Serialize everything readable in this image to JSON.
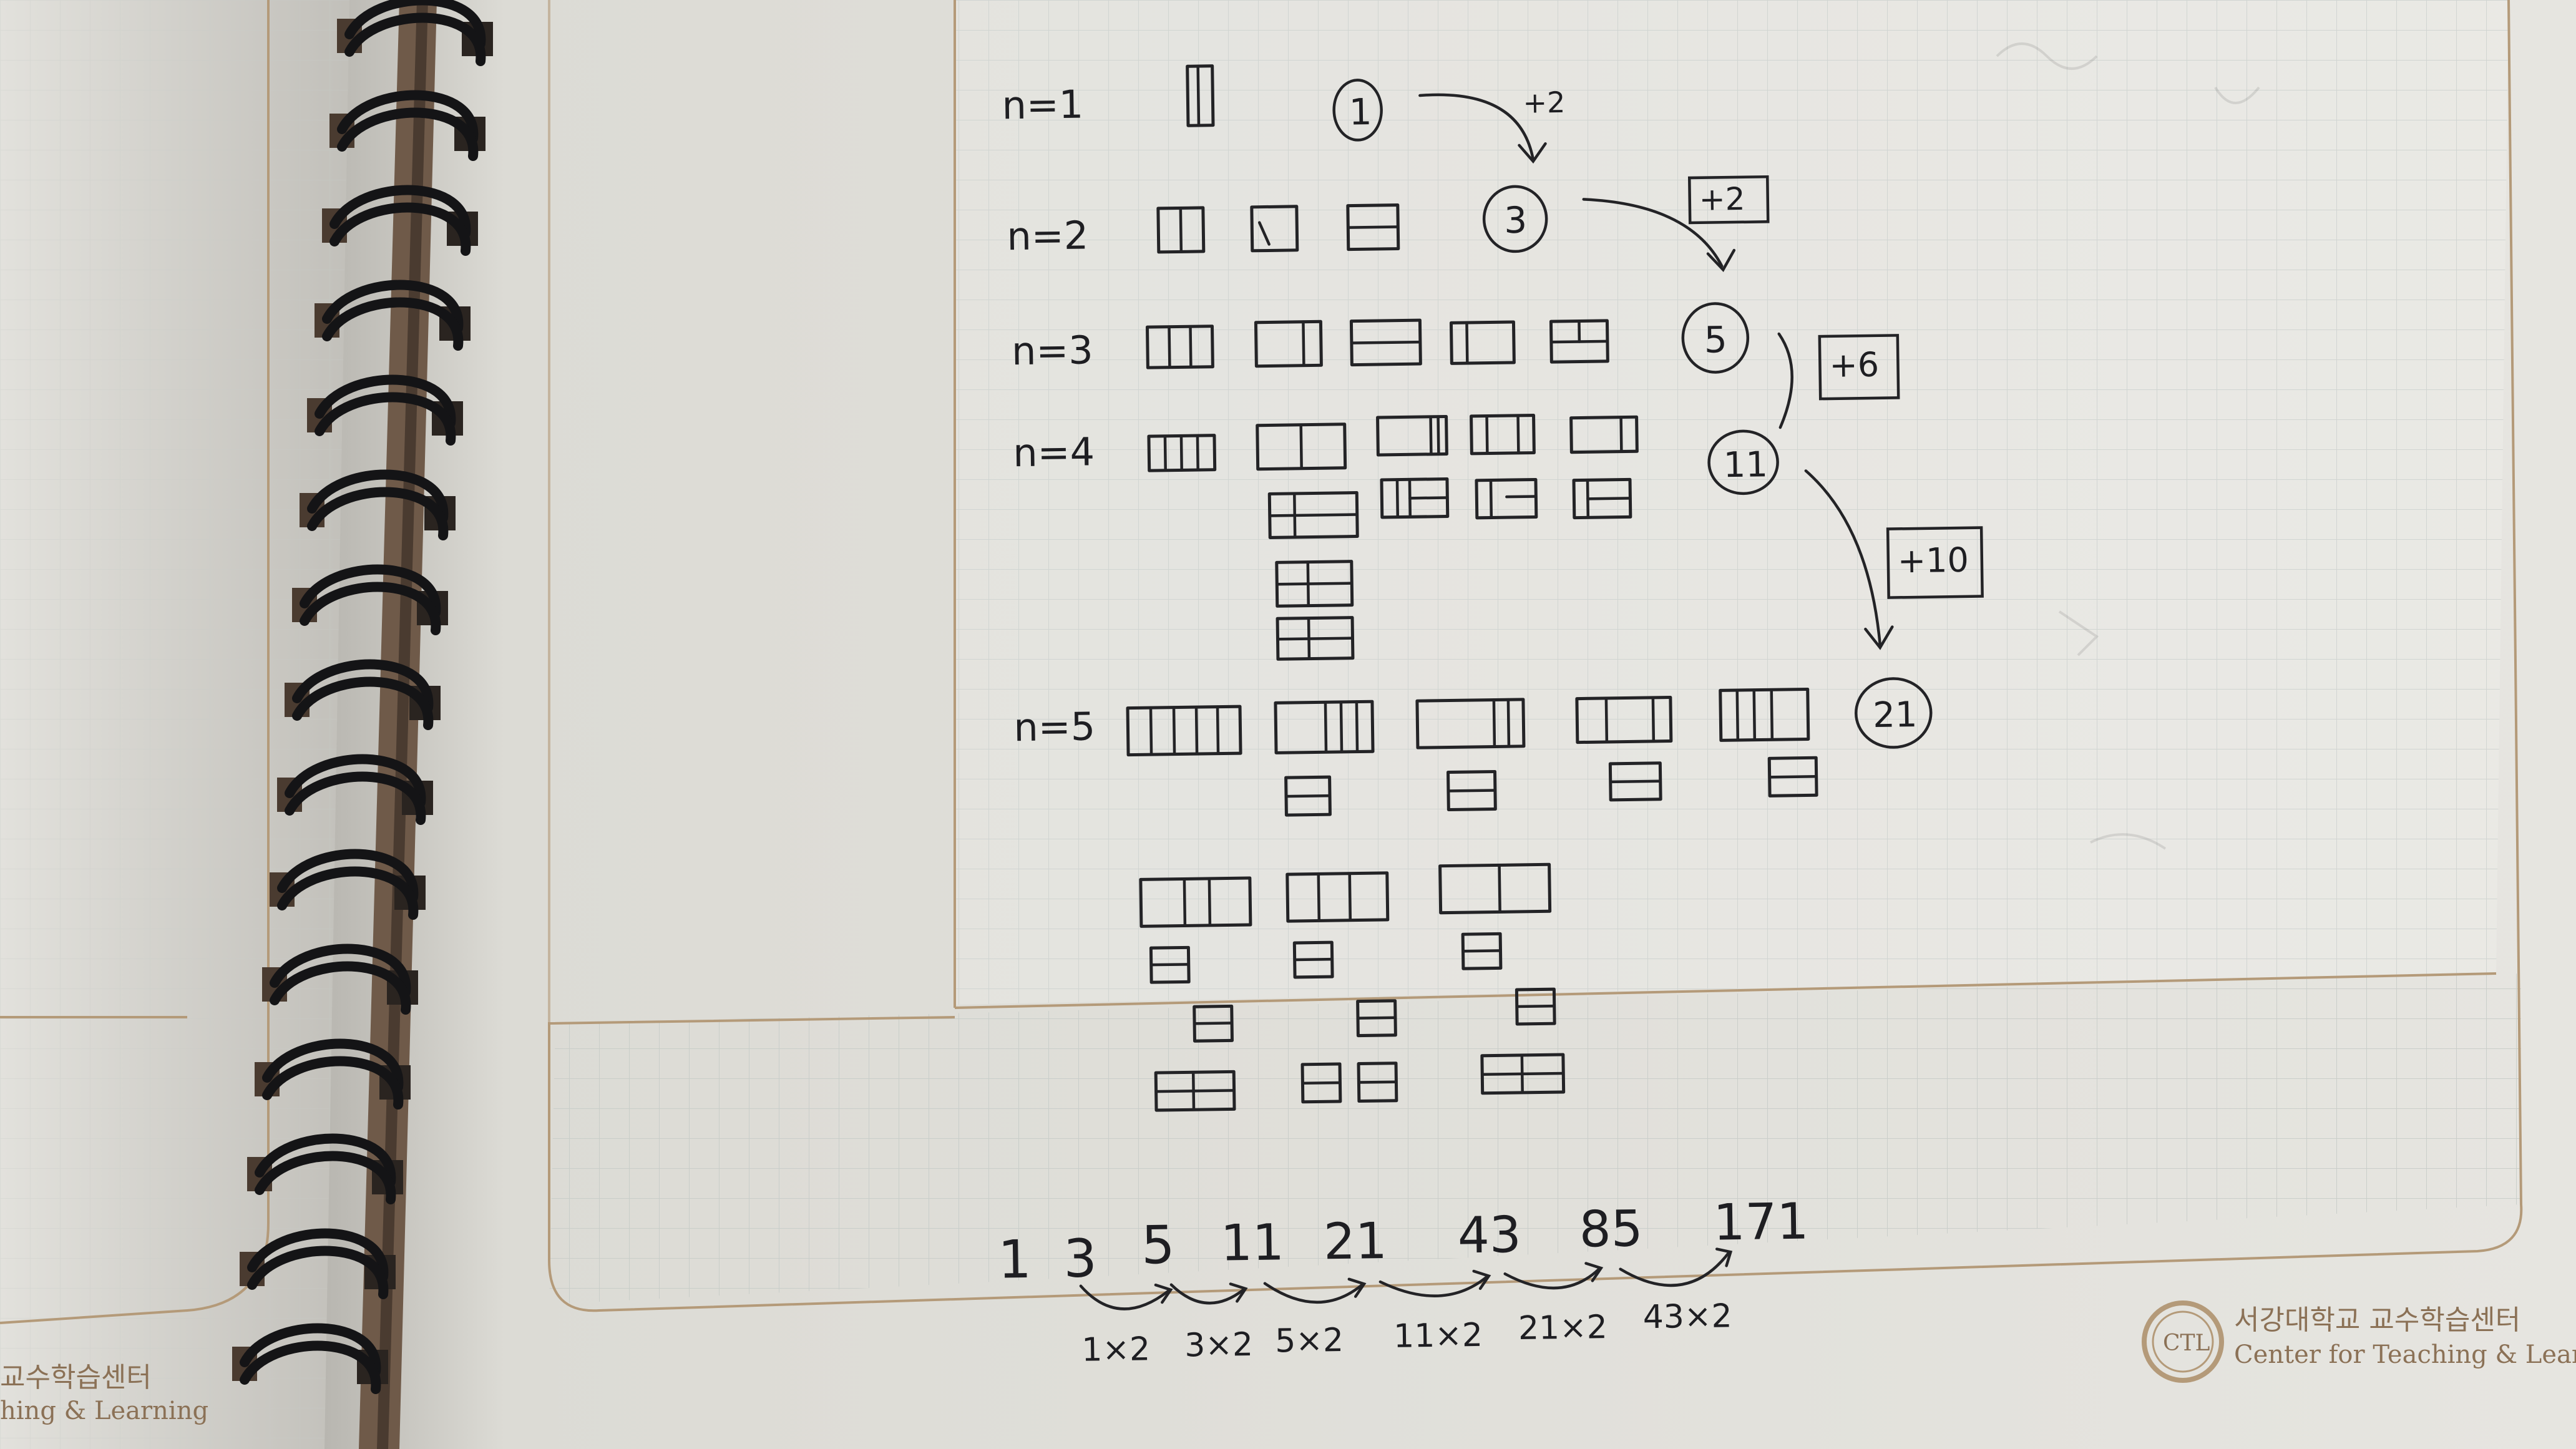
{
  "notebook": {
    "left_page": {
      "footer_korean": "교수학습센터",
      "footer_english": "hing & Learning"
    },
    "right_page": {
      "footer_korean": "서강대학교 교수학습센터",
      "footer_english": "Center for Teaching & Learning",
      "logo_mark": "CTL"
    }
  },
  "notes": {
    "rows": [
      {
        "label": "n=1",
        "count": "1"
      },
      {
        "label": "n=2",
        "count": "3"
      },
      {
        "label": "n=3",
        "count": "5"
      },
      {
        "label": "n=4",
        "count": "11"
      },
      {
        "label": "n=5",
        "count": "21"
      }
    ],
    "differences": [
      "+2",
      "+2",
      "+6",
      "+10"
    ],
    "sequence": [
      "1",
      "3",
      "5",
      "11",
      "21",
      "43",
      "85",
      "171"
    ],
    "multipliers": [
      "1×2",
      "3×2",
      "5×2",
      "11×2",
      "21×2",
      "43×2"
    ]
  }
}
